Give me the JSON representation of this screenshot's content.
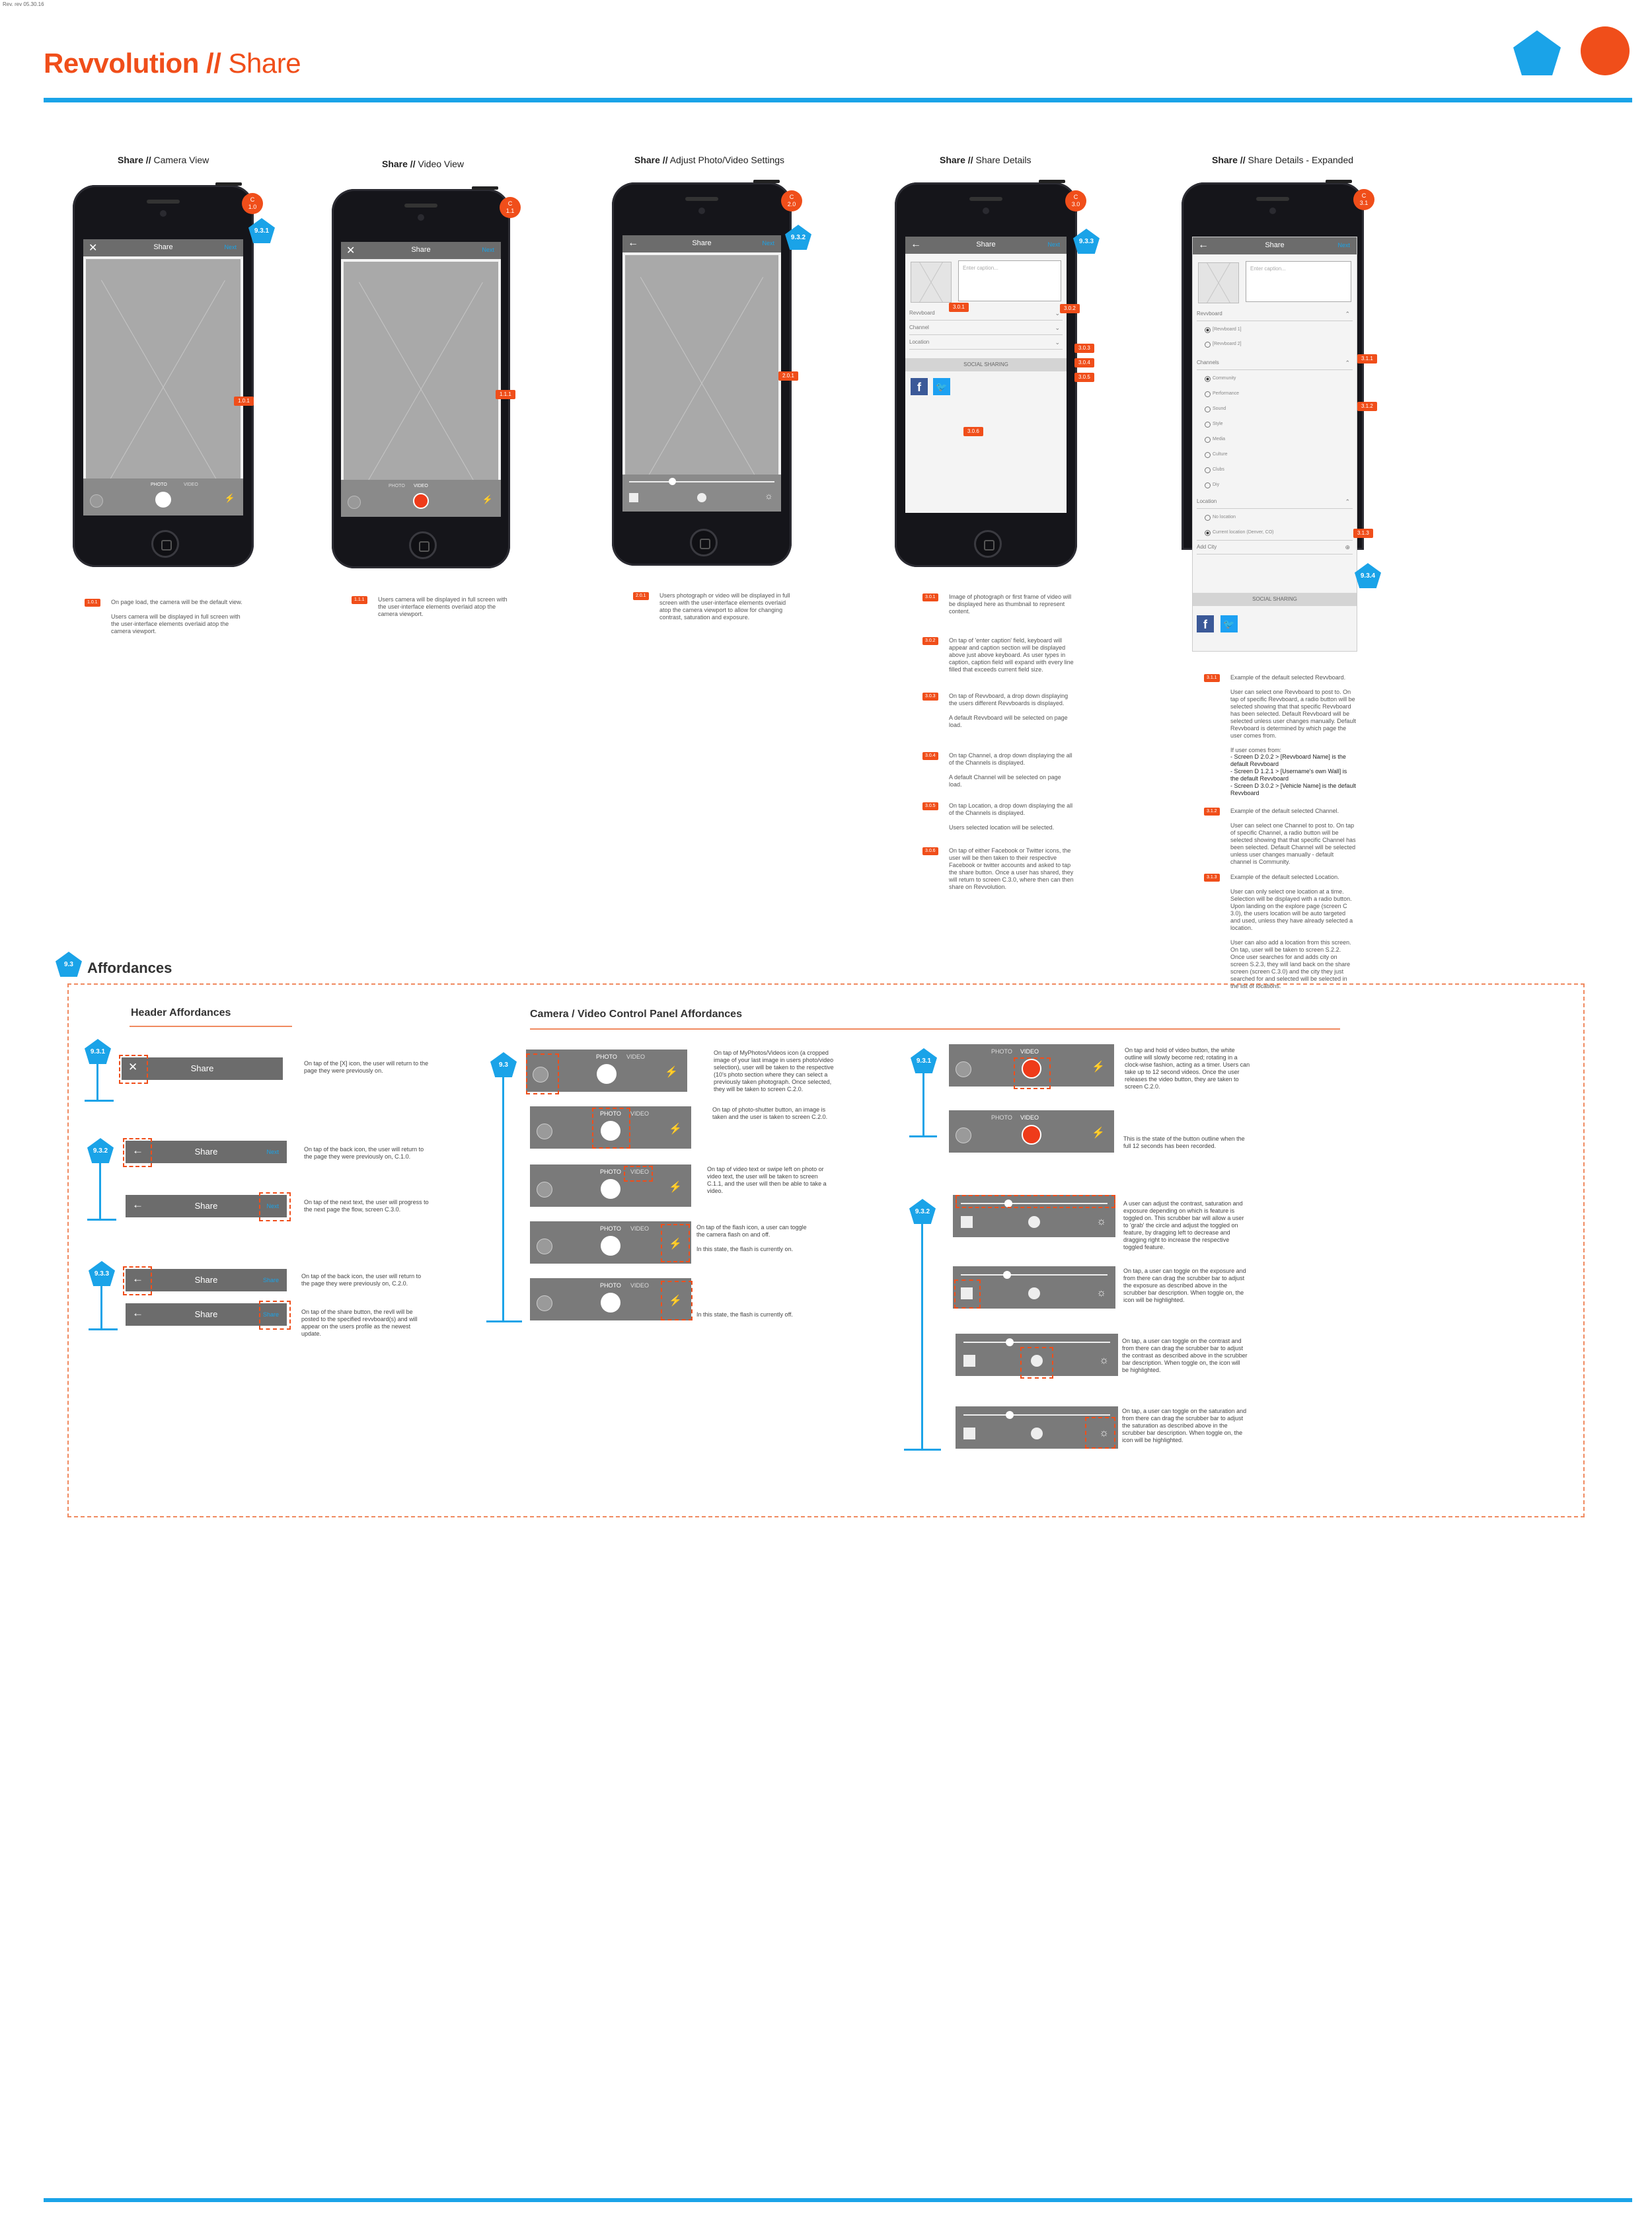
{
  "header": {
    "tiny_caption": "Rev. rev 05.30.16",
    "title_bold": "Revvolution // ",
    "title_light": "Share"
  },
  "colors": {
    "orange": "#f04e1a",
    "blue": "#1aa3e8",
    "nav_gray": "#6c6c6c"
  },
  "columns": [
    {
      "bold": "Share //",
      "title": " Camera View"
    },
    {
      "bold": "Share //",
      "title": " Video View"
    },
    {
      "bold": "Share //",
      "title": " Adjust Photo/Video Settings"
    },
    {
      "bold": "Share //",
      "title": " Share Details"
    },
    {
      "bold": "Share //",
      "title": " Share Details - Expanded"
    }
  ],
  "screens": {
    "nav_title": "Share",
    "nav_right": "Next",
    "camera": {
      "photo_label": "PHOTO",
      "video_label": "VIDEO",
      "circle_badge": "C\n1.0",
      "pent_badge": "9.3.1",
      "annot": "1.0.1"
    },
    "video": {
      "photo_label": "PHOTO",
      "video_label": "VIDEO",
      "circle_badge": "C\n1.1",
      "annot": "1.1.1"
    },
    "adjust": {
      "circle_badge": "C\n2.0",
      "pent_badge": "9.3.2",
      "annot": "2.0.1"
    },
    "details": {
      "circle_badge": "C\n3.0",
      "pent_badge": "9.3.3",
      "caption_placeholder": "Enter caption...",
      "rows": [
        "Revvboard",
        "Channel",
        "Location"
      ],
      "social": "SOCIAL SHARING",
      "annots": [
        "3.0.1",
        "3.0.2",
        "3.0.3",
        "3.0.4",
        "3.0.5",
        "3.0.6"
      ]
    },
    "expanded": {
      "circle_badge": "C\n3.1",
      "pent_badge": "9.3.4",
      "caption_placeholder": "Enter caption...",
      "revvboard_header": "Revvboard",
      "revvboards": [
        "[Revvboard 1]",
        "[Revvboard 2]"
      ],
      "channels_header": "Channels",
      "channels": [
        "Community",
        "Performance",
        "Sound",
        "Style",
        "Media",
        "Culture",
        "Clubs",
        "Diy"
      ],
      "location_header": "Location",
      "locations": [
        "No location",
        "Current location (Denver, CO)"
      ],
      "add_city": "Add City",
      "social": "SOCIAL SHARING",
      "annots": [
        "3.1.1",
        "3.1.2",
        "3.1.3"
      ]
    }
  },
  "notes": {
    "camera": [
      {
        "tag": "1.0.1",
        "text": "On page load, the camera will be the default view.\n\nUsers camera will be displayed in full screen with the user-interface elements overlaid atop the camera viewport."
      }
    ],
    "video": [
      {
        "tag": "1.1.1",
        "text": "Users camera will be displayed in full screen with the user-interface elements overlaid atop the camera viewport."
      }
    ],
    "adjust": [
      {
        "tag": "2.0.1",
        "text": "Users photograph or video will be displayed in full screen with the user-interface elements overlaid atop the camera viewport to allow for changing contrast, saturation and exposure."
      }
    ],
    "details": [
      {
        "tag": "3.0.1",
        "text": "Image of photograph or first frame of video will be displayed here as thumbnail to represent content."
      },
      {
        "tag": "3.0.2",
        "text": "On tap of 'enter caption' field, keyboard will appear and caption section will be displayed above just above keyboard. As user types in caption, caption field will expand with every line filled that exceeds current field size."
      },
      {
        "tag": "3.0.3",
        "text": "On tap of Revvboard, a drop down displaying the users different Revvboards is displayed.\n\nA default Revvboard will be selected on page load."
      },
      {
        "tag": "3.0.4",
        "text": "On tap Channel, a drop down displaying the all of the Channels is displayed.\n\nA default Channel will be selected on page load."
      },
      {
        "tag": "3.0.5",
        "text": "On tap Location, a drop down displaying the all of the Channels is displayed.\n\nUsers selected location will be selected."
      },
      {
        "tag": "3.0.6",
        "text": "On tap of either Facebook or Twitter icons, the user will be then taken to their respective Facebook or twitter accounts and asked to tap the share button. Once a user has shared, they will return to screen C.3.0, where then can then share on Revvolution."
      }
    ],
    "expanded": [
      {
        "tag": "3.1.1",
        "text": "Example of the default selected Revvboard.\n\nUser can select one Revvboard to post to. On tap of specific Revvboard, a radio button will be selected showing that that specific Revvboard has been selected. Default Revvboard will be selected unless user changes manually. Default Revvboard is determined by which page the user comes from.\n\nIf user comes from:"
      },
      {
        "tag": "",
        "text": "- Screen D 2.0.2 > [Revvboard Name] is the default Revvboard\n- Screen D 1.2.1 > [Username's own Wall] is the default Revvboard\n- Screen D 3.0.2 > [Vehicle Name] is the default Revvboard"
      },
      {
        "tag": "3.1.2",
        "text": "Example of the default selected Channel.\n\nUser can select one Channel to post to. On tap of specific Channel, a radio button will be selected showing that that specific Channel has been selected. Default Channel will be selected unless user changes manually - default channel is Community."
      },
      {
        "tag": "3.1.3",
        "text": "Example of the default selected Location.\n\nUser can only select one location at a time. Selection will be displayed with a radio button. Upon landing on the explore page (screen C 3.0), the users location will be auto targeted and used, unless they have already selected a location.\n\nUser can also add a location from this screen. On tap, user will be taken to screen S.2.2. Once user searches for and adds city on screen S.2.3, they will land back on the share screen (screen C.3.0) and the city they just searched for and selected will be selected in the list of locations."
      }
    ]
  },
  "affordances": {
    "section_badge": "9.3",
    "title": "Affordances",
    "header_title": "Header Affordances",
    "camera_title": "Camera / Video Control Panel Affordances",
    "header_groups": [
      {
        "badge": "9.3.1",
        "items": [
          {
            "icon": "✕",
            "label": "Share",
            "right": "",
            "desc": "On tap of the [X] icon, the user will return to the page they were previously on."
          }
        ]
      },
      {
        "badge": "9.3.2",
        "items": [
          {
            "icon": "←",
            "label": "Share",
            "right": "Next",
            "desc": "On tap of the back icon, the user will return to the page they were previously on, C.1.0."
          },
          {
            "icon": "←",
            "label": "Share",
            "right": "Next",
            "desc": "On tap of the next text, the user will progress to the next page the flow, screen C.3.0."
          }
        ]
      },
      {
        "badge": "9.3.3",
        "items": [
          {
            "icon": "←",
            "label": "Share",
            "right": "Share",
            "desc": "On tap of the back icon, the user will return to the page they were previously on, C.2.0."
          },
          {
            "icon": "←",
            "label": "Share",
            "right": "Share",
            "desc": "On tap of the share button, the revll will be posted to the specified revvboard(s) and will appear on the users profile as the newest update."
          }
        ]
      }
    ],
    "camera_badge": "9.3",
    "camera_items": [
      {
        "photo": "PHOTO",
        "video": "VIDEO",
        "desc": "On tap of MyPhotos/Videos icon (a cropped image of your last image in users photo/video selection), user will be taken to the respective (10's photo section where they can select a previously taken photograph. Once selected, they will be taken to screen C.2.0."
      },
      {
        "photo": "PHOTO",
        "video": "VIDEO",
        "desc": "On tap of photo-shutter button, an image is taken and the user is taken to screen C.2.0."
      },
      {
        "photo": "PHOTO",
        "video": "VIDEO",
        "desc": "On tap of video text or swipe left on photo or video text, the user will be taken to screen C.1.1, and the user will then be able to take a video."
      },
      {
        "photo": "PHOTO",
        "video": "VIDEO",
        "desc": "On tap of the flash icon, a user can toggle the camera flash on and off.\n\nIn this state, the flash is currently on."
      },
      {
        "photo": "PHOTO",
        "video": "VIDEO",
        "desc": "In this state, the flash is currently off."
      }
    ],
    "video_badge": "9.3.1",
    "video_items": [
      {
        "photo": "PHOTO",
        "video": "VIDEO",
        "desc": "On tap and hold of video button, the white outline will slowly become red; rotating in a clock-wise fashion, acting as a timer. Users can take up to 12 second videos. Once the user releases the video button, they are taken to screen C.2.0."
      },
      {
        "photo": "PHOTO",
        "video": "VIDEO",
        "desc": "This is the state of the button outline when the full 12 seconds has been recorded."
      }
    ],
    "slider_badge": "9.3.2",
    "slider_items": [
      {
        "desc": "A user can adjust the contrast, saturation and exposure depending on which is feature is toggled on. This scrubber bar will allow a user to 'grab' the circle and adjust the toggled on feature, by dragging left to decrease and dragging right to increase the respective toggled feature."
      },
      {
        "desc": "On tap, a user can toggle on the exposure and from there can drag the scrubber bar to adjust the exposure as described above in the scrubber bar description. When toggle on, the icon will be highlighted."
      },
      {
        "desc": "On tap, a user can toggle on the contrast and from there can drag the scrubber bar to adjust the contrast as described above in the scrubber bar description. When toggle on, the icon will be highlighted."
      },
      {
        "desc": "On tap, a user can toggle on the saturation and from there can drag the scrubber bar to adjust the saturation as described above in the scrubber bar description. When toggle on, the icon will be highlighted."
      }
    ]
  }
}
